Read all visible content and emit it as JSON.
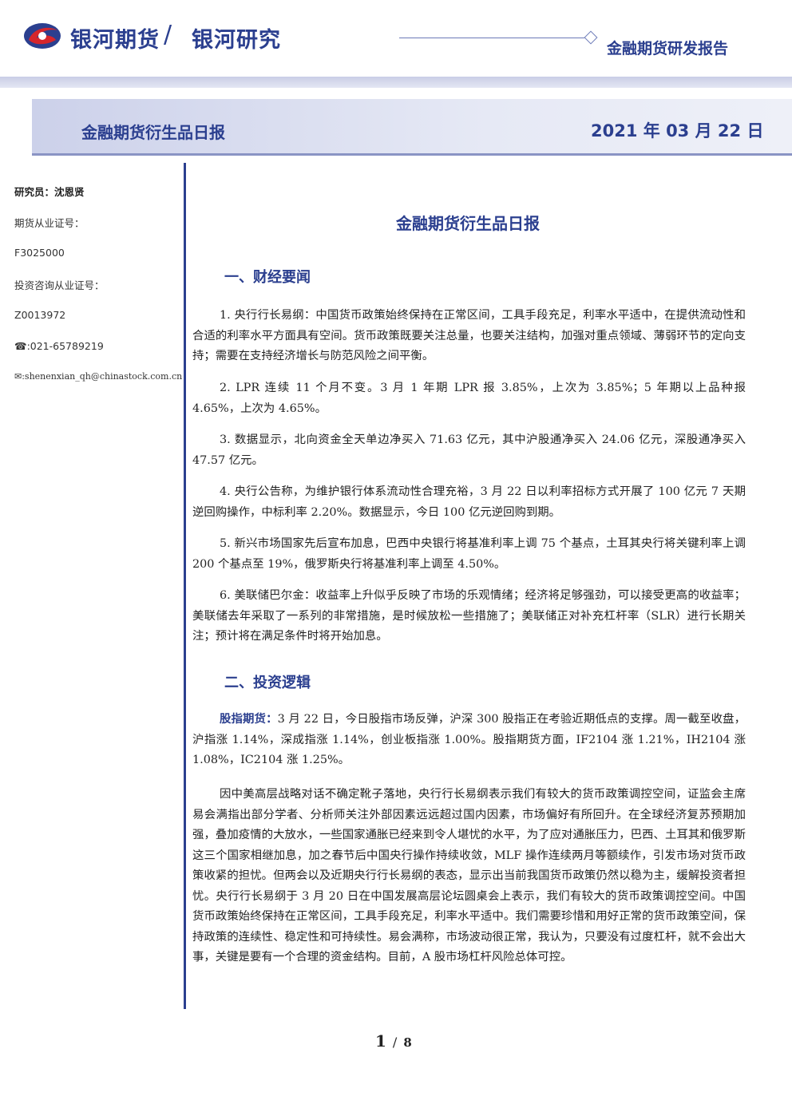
{
  "header": {
    "brand": "银河期货",
    "brand_sub": "银河研究",
    "report_type": "金融期货研发报告"
  },
  "title_bar": {
    "title": "金融期货衍生品日报",
    "date": "2021 年 03 月 22 日"
  },
  "sidebar": {
    "analyst": "研究员：沈恩贤",
    "futures_cert_label": "期货从业证号：",
    "futures_cert": "F3025000",
    "consult_cert_label": "投资咨询从业证号：",
    "consult_cert": "Z0013972",
    "phone": "☎:021-65789219",
    "email": "✉:shenenxian_qh@chinastock.com.cn"
  },
  "doc_title": "金融期货衍生品日报",
  "section1": {
    "heading": "一、财经要闻",
    "items": [
      "1. 央行行长易纲：中国货币政策始终保持在正常区间，工具手段充足，利率水平适中，在提供流动性和合适的利率水平方面具有空间。货币政策既要关注总量，也要关注结构，加强对重点领域、薄弱环节的定向支持；需要在支持经济增长与防范风险之间平衡。",
      "2. LPR 连续 11 个月不变。3 月 1 年期 LPR 报 3.85%，上次为 3.85%；5 年期以上品种报 4.65%，上次为 4.65%。",
      "3. 数据显示，北向资金全天单边净买入 71.63 亿元，其中沪股通净买入 24.06 亿元，深股通净买入 47.57 亿元。",
      "4. 央行公告称，为维护银行体系流动性合理充裕，3 月 22 日以利率招标方式开展了 100 亿元 7 天期逆回购操作，中标利率 2.20%。数据显示，今日 100 亿元逆回购到期。",
      "5. 新兴市场国家先后宣布加息，巴西中央银行将基准利率上调 75 个基点，土耳其央行将关键利率上调 200 个基点至 19%，俄罗斯央行将基准利率上调至 4.50%。",
      "6. 美联储巴尔金：收益率上升似乎反映了市场的乐观情绪；经济将足够强劲，可以接受更高的收益率；美联储去年采取了一系列的非常措施，是时候放松一些措施了；美联储正对补充杠杆率（SLR）进行长期关注；预计将在满足条件时将开始加息。"
    ]
  },
  "section2": {
    "heading": "二、投资逻辑",
    "lead": "股指期货：",
    "para1": "3 月 22 日，今日股指市场反弹，沪深 300 股指正在考验近期低点的支撑。周一截至收盘，沪指涨 1.14%，深成指涨 1.14%，创业板指涨 1.00%。股指期货方面，IF2104 涨 1.21%，IH2104 涨 1.08%，IC2104 涨 1.25%。",
    "para2": "因中美高层战略对话不确定靴子落地，央行行长易纲表示我们有较大的货币政策调控空间，证监会主席易会满指出部分学者、分析师关注外部因素远远超过国内因素，市场偏好有所回升。在全球经济复苏预期加强，叠加疫情的大放水，一些国家通胀已经来到令人堪忧的水平，为了应对通胀压力，巴西、土耳其和俄罗斯这三个国家相继加息，加之春节后中国央行操作持续收敛，MLF 操作连续两月等额续作，引发市场对货币政策收紧的担忧。但两会以及近期央行行长易纲的表态，显示出当前我国货币政策仍然以稳为主，缓解投资者担忧。央行行长易纲于 3 月 20 日在中国发展高层论坛圆桌会上表示，我们有较大的货币政策调控空间。中国货币政策始终保持在正常区间，工具手段充足，利率水平适中。我们需要珍惜和用好正常的货币政策空间，保持政策的连续性、稳定性和可持续性。易会满称，市场波动很正常，我认为，只要没有过度杠杆，就不会出大事，关键是要有一个合理的资金结构。目前，A 股市场杠杆风险总体可控。"
  },
  "footer": {
    "page": "1",
    "sep": "/",
    "total": "8"
  },
  "colors": {
    "brand_blue": "#2b3f8f",
    "logo_red": "#d6262c"
  }
}
